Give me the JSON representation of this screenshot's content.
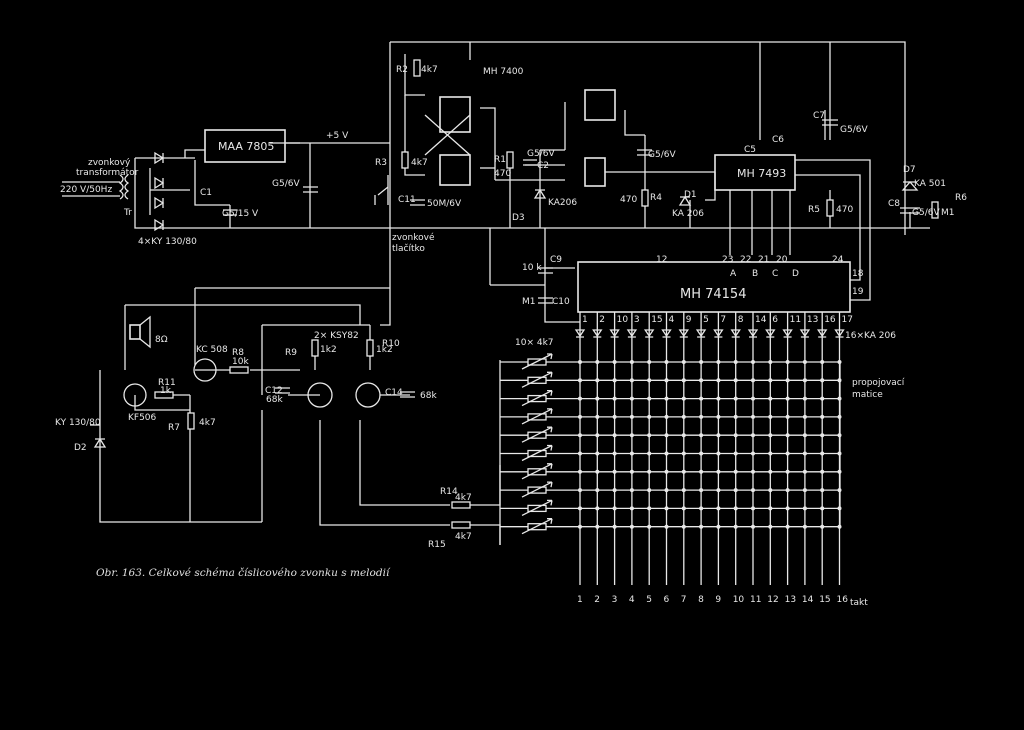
{
  "caption": "Obr. 163. Celkové schéma číslicového zvonku s melodií",
  "power": {
    "bell_transformer": [
      "zvonkový",
      "transformátor"
    ],
    "mains": "220 V/50Hz",
    "tr_label": "Tr",
    "c1_label": "C1",
    "c1_value": "G5/15 V",
    "rectifier_diodes": "4×KY 130/80",
    "regulator": "MAA 7805",
    "cap_5v": "G5/6V",
    "supply": "+5 V"
  },
  "logic": {
    "r2": "R2",
    "r2_value": "4k7",
    "gate_ic": "MH 7400",
    "r3": "R3",
    "r3_value": "4k7",
    "c11": "C11",
    "c11_value": "50M/6V",
    "button": [
      "zvonkové",
      "tlačítko"
    ],
    "r1": "R1",
    "r1_value": "470",
    "c2_label": "C2",
    "c2_value": "G5/6V",
    "d3": "D3",
    "d3_type": "KA206",
    "cap_g5": "G5/6V",
    "r4_value": "470",
    "r4": "R4",
    "d1": "D1",
    "d1_type": "KA 206",
    "c5": "C5",
    "c6": "C6",
    "c7": "C7",
    "c7_value": "G5/6V",
    "counter_ic": "MH 7493",
    "r5": "R5",
    "r5_value": "470",
    "d7": "D7",
    "d7_type": "KA 501",
    "c8": "C8",
    "c8_value": "G5/6V",
    "r6": "R6",
    "r6_value": "M1"
  },
  "decoder": {
    "ic": "MH 74154",
    "inputs": [
      "A",
      "B",
      "C",
      "D"
    ],
    "input_pins": [
      "23",
      "22",
      "21",
      "20"
    ],
    "strobe_pin": "12",
    "vcc_pin": "24",
    "enable_pins": [
      "18",
      "19"
    ],
    "output_pins": [
      "1",
      "2",
      "10",
      "3",
      "15",
      "4",
      "9",
      "5",
      "7",
      "8",
      "14",
      "6",
      "11",
      "13",
      "16",
      "17"
    ],
    "r10k": "10 k",
    "c9": "C9",
    "c10": "C10",
    "m1": "M1",
    "diodes": "16×KA 206",
    "trimmers": "10× 4k7"
  },
  "matrix": {
    "label": [
      "propojovací",
      "matice"
    ],
    "steps": [
      "1",
      "2",
      "3",
      "4",
      "5",
      "6",
      "7",
      "8",
      "9",
      "10",
      "11",
      "12",
      "13",
      "14",
      "15",
      "16"
    ],
    "steps_label": "takt"
  },
  "amplifier": {
    "speaker": "8Ω",
    "t2": "KC 508",
    "r8": "R8",
    "r8_value": "10k",
    "ta_pair": "2× KSY82",
    "r9": "R9",
    "r9_value": "1k2",
    "r10": "R10",
    "r10_value": "1k2",
    "c12": "C12",
    "c12_value": "68k",
    "c14": "C14",
    "c14_value": "68k",
    "t1": "KF506",
    "r11": "R11",
    "r11_value": "1k",
    "r7": "R7",
    "r7_value": "4k7",
    "d_ky": "KY 130/80",
    "d2": "D2",
    "r14": "R14",
    "r14_value": "4k7",
    "r15_value": "4k7",
    "r15": "R15"
  }
}
